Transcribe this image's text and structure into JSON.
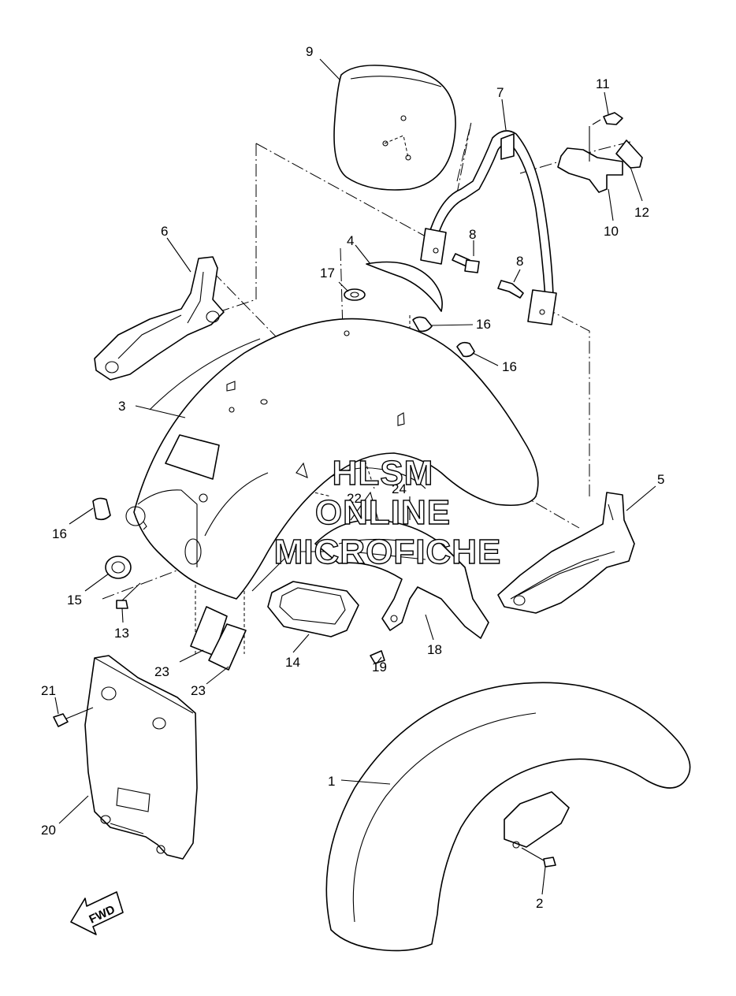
{
  "diagram": {
    "callouts": [
      "1",
      "2",
      "3",
      "4",
      "5",
      "6",
      "7",
      "8",
      "8",
      "9",
      "10",
      "11",
      "12",
      "13",
      "14",
      "15",
      "16",
      "16",
      "16",
      "17",
      "18",
      "19",
      "20",
      "21",
      "22",
      "23",
      "23",
      "24"
    ],
    "watermark": [
      "HLSM",
      "ONLINE",
      "MICROFICHE"
    ],
    "direction_label": "FWD"
  }
}
